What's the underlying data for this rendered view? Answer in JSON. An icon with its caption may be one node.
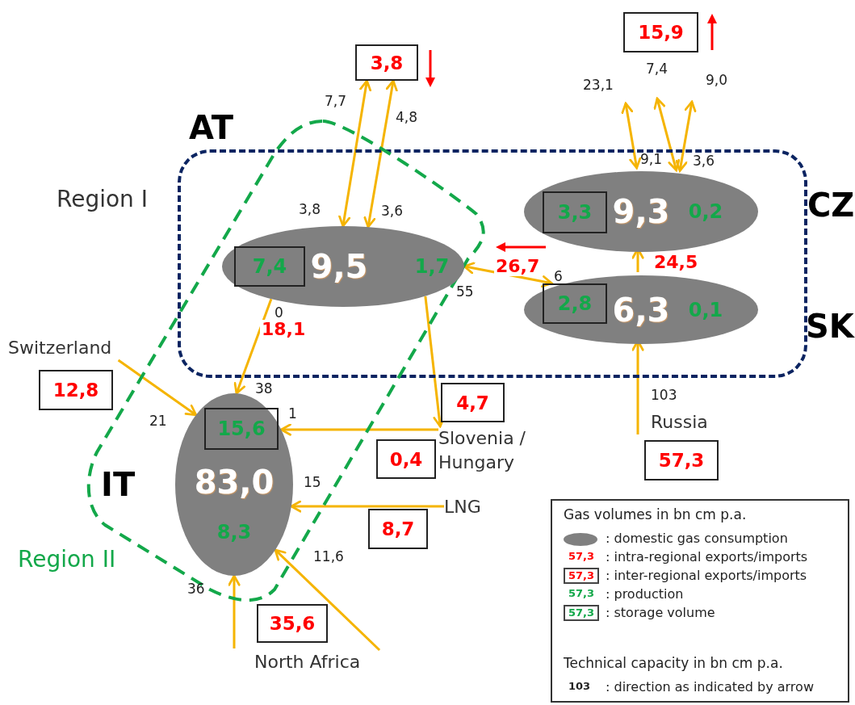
{
  "diagram": {
    "nodes": [
      {
        "text": [
          "Region I"
        ]
      },
      {
        "text": [
          "Region II"
        ]
      },
      {
        "text": [
          "AT",
          "9,5",
          "1,7"
        ]
      },
      {
        "text": [
          "7,4"
        ],
        "in": 2
      },
      {
        "text": [
          "9,3",
          "0,2",
          "CZ"
        ],
        "in": 0
      },
      {
        "text": [
          "3,3"
        ],
        "in": 4
      },
      {
        "text": [
          "6,3",
          "0,1",
          "SK"
        ],
        "in": 0
      },
      {
        "text": [
          "2,8"
        ],
        "in": 6
      },
      {
        "text": [
          "IT",
          "83,0",
          "8,3"
        ],
        "in": 1
      },
      {
        "text": [
          "15,6"
        ],
        "in": 8
      },
      {
        "text": [
          "Switzerland"
        ]
      },
      {
        "text": [
          "Slovenia / Hungary"
        ]
      },
      {
        "text": [
          "LNG"
        ]
      },
      {
        "text": [
          "North Africa"
        ]
      },
      {
        "text": [
          "Russia"
        ]
      },
      {
        "text": [
          "3,8"
        ]
      },
      {
        "text": [
          "15,9"
        ]
      },
      {
        "text": [
          "12,8"
        ]
      },
      {
        "text": [
          "4,7"
        ]
      },
      {
        "text": [
          "0,4"
        ]
      },
      {
        "text": [
          "8,7"
        ]
      },
      {
        "text": [
          "35,6"
        ]
      },
      {
        "text": [
          "57,3"
        ]
      }
    ],
    "edges": [
      {
        "from": 15,
        "to": 2,
        "arrow": "both"
      },
      {
        "from": 15,
        "to": 2,
        "arrow": "both"
      },
      {
        "from": null,
        "to": 4,
        "arrow": "both"
      },
      {
        "from": null,
        "to": 4,
        "arrow": "both"
      },
      {
        "from": null,
        "to": 4,
        "arrow": "both"
      },
      {
        "from": 6,
        "to": 4,
        "arrow": "to",
        "label": "24,5"
      },
      {
        "from": 2,
        "to": 6,
        "arrow": "both",
        "label": "26,7"
      },
      {
        "from": 2,
        "to": 8,
        "arrow": "to",
        "label": "18,1"
      },
      {
        "from": 2,
        "to": 11,
        "arrow": "to"
      },
      {
        "from": 11,
        "to": 8,
        "arrow": "to"
      },
      {
        "from": 10,
        "to": 8,
        "arrow": "to"
      },
      {
        "from": 12,
        "to": 8,
        "arrow": "to"
      },
      {
        "from": 13,
        "to": 8,
        "arrow": "to"
      },
      {
        "from": 13,
        "to": 8,
        "arrow": "to"
      },
      {
        "from": 14,
        "to": 6,
        "arrow": "to"
      }
    ],
    "labels": [
      "7,7",
      "4,8",
      "23,1",
      "7,4",
      "9,0",
      "9,1",
      "3,6",
      "3,8",
      "3,6",
      "55",
      "6",
      "0",
      "38",
      "21",
      "1",
      "103",
      "15",
      "11,6",
      "36",
      "Gas volumes in bn cm p.a.",
      "57,3",
      "57,3",
      "57,3",
      "57,3",
      "Technical capacity in bn cm p.a.",
      "103"
    ],
    "legend": [
      {
        "text": ": domestic gas consumption"
      },
      {
        "text": ": intra-regional exports/imports"
      },
      {
        "text": ": inter-regional exports/imports"
      },
      {
        "text": ": production"
      },
      {
        "text": ": storage volume"
      },
      {
        "text": ": direction as indicated by arrow"
      }
    ]
  }
}
